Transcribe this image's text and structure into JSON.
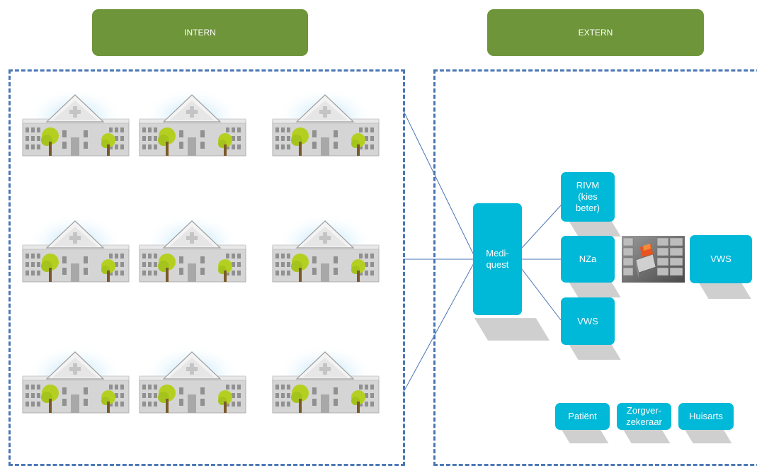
{
  "headers": {
    "intern": "INTERN",
    "extern": "EXTERN"
  },
  "hub": {
    "label": "Medi-\nquest"
  },
  "agencies": [
    {
      "label": "RIVM\n(kies\nbeter)"
    },
    {
      "label": "NZa"
    },
    {
      "label": "VWS"
    }
  ],
  "archive": {
    "label": "VWS"
  },
  "stakeholders": [
    {
      "label": "Patiënt"
    },
    {
      "label": "Zorgver-\nzekeraar"
    },
    {
      "label": "Huisarts"
    }
  ],
  "colors": {
    "header": "#6e953a",
    "box": "#00b8d8",
    "border": "#4a76b4",
    "line": "#4a76b4"
  },
  "icons": {
    "hospital": "hospital-building-icon",
    "archive": "filing-cabinet-icon"
  }
}
